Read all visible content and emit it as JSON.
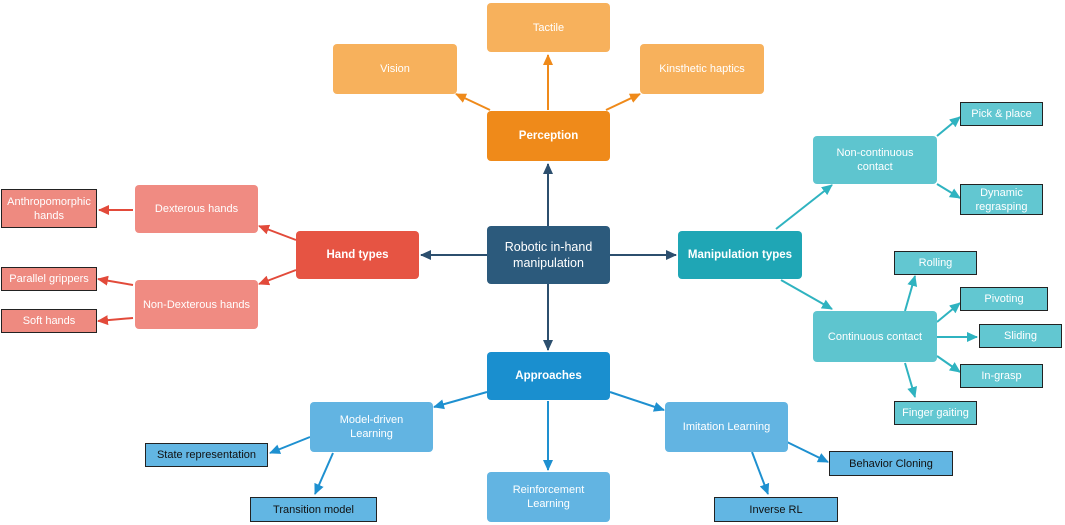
{
  "colors": {
    "center": "#2c5a7c",
    "perception": "#ef8a1a",
    "perception_light": "#f7b15c",
    "hand": "#e65443",
    "hand_light": "#f08b82",
    "manipulation": "#1fa6b5",
    "manipulation_light": "#5ec5cf",
    "approaches": "#1a8fcf",
    "approaches_light": "#62b4e2",
    "center_arrow": "#2c4f6e"
  },
  "center": {
    "line1": "Robotic in-hand",
    "line2": "manipulation"
  },
  "perception": {
    "label": "Perception",
    "children": {
      "tactile": "Tactile",
      "vision": "Vision",
      "kinesthetic": "Kinsthetic haptics"
    }
  },
  "hand_types": {
    "label": "Hand types",
    "dexterous": {
      "label": "Dexterous hands",
      "anthropomorphic_line1": "Anthropomorphic",
      "anthropomorphic_line2": "hands"
    },
    "non_dexterous": {
      "label": "Non-Dexterous hands",
      "parallel": "Parallel grippers",
      "soft": "Soft hands"
    }
  },
  "manipulation_types": {
    "label": "Manipulation types",
    "non_continuous": {
      "line1": "Non-continuous",
      "line2": "contact",
      "pick_place": "Pick & place",
      "dynamic_line1": "Dynamic",
      "dynamic_line2": "regrasping"
    },
    "continuous": {
      "label": "Continuous contact",
      "rolling": "Rolling",
      "pivoting": "Pivoting",
      "sliding": "Sliding",
      "in_grasp": "In-grasp",
      "finger_gaiting": "Finger gaiting"
    }
  },
  "approaches": {
    "label": "Approaches",
    "model_driven": {
      "line1": "Model-driven",
      "line2": "Learning",
      "state": "State representation",
      "transition": "Transition model"
    },
    "reinforcement": {
      "line1": "Reinforcement",
      "line2": "Learning"
    },
    "imitation": {
      "label": "Imitation Learning",
      "behavior": "Behavior Cloning",
      "inverse": "Inverse RL"
    }
  }
}
